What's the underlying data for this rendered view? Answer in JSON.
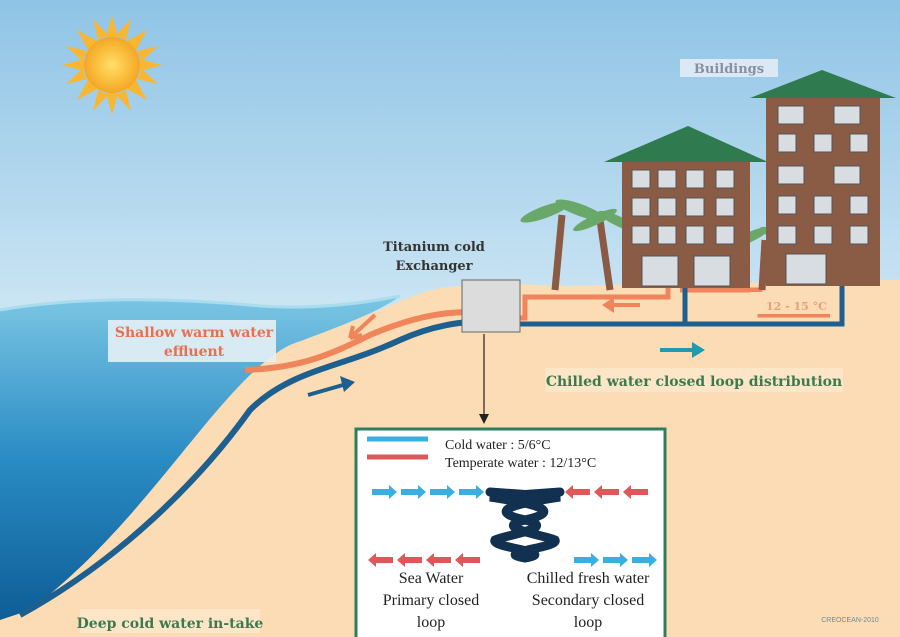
{
  "labels": {
    "buildings": "Buildings",
    "exchanger_line1": "Titanium cold",
    "exchanger_line2": "Exchanger",
    "shallow_line1": "Shallow warm water",
    "shallow_line2": "effluent",
    "chilled_distribution": "Chilled water closed loop distribution",
    "deep_intake": "Deep cold water in-take",
    "building_temp": "12 - 15 °C",
    "credit": "CREOCEAN-2010"
  },
  "legend": {
    "cold": "Cold water : 5/6°C",
    "temperate": "Temperate water : 12/13°C",
    "sea_line1": "Sea Water",
    "sea_line2": "Primary closed",
    "sea_line3": "loop",
    "fresh_line1": "Chilled fresh water",
    "fresh_line2": "Secondary closed",
    "fresh_line3": "loop"
  },
  "colors": {
    "cold": "#3aaee0",
    "warm": "#e0575a",
    "pipe_cold": "#1d5f8e",
    "pipe_warm": "#f0845a",
    "sand": "#fcdcb4",
    "label_green": "#3c7a4e",
    "label_orange": "#e8704e"
  }
}
